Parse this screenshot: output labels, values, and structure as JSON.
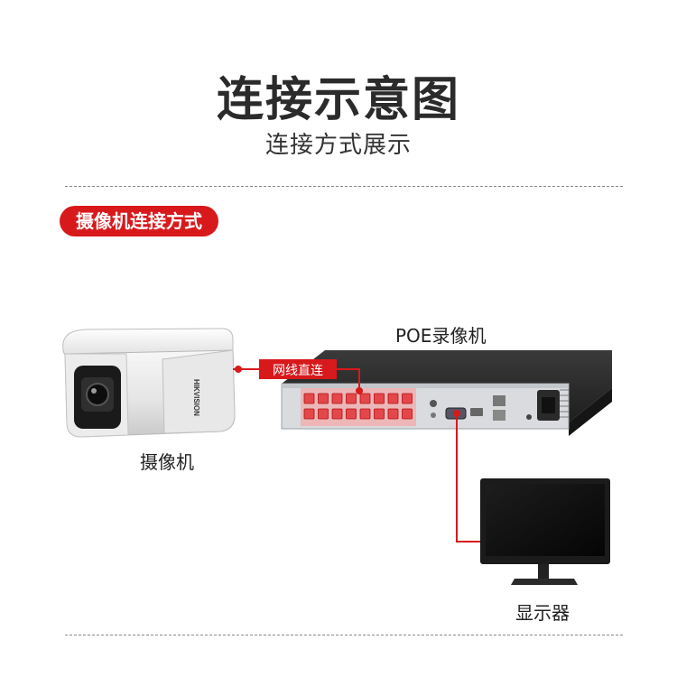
{
  "header": {
    "title": "连接示意图",
    "subtitle": "连接方式展示"
  },
  "section": {
    "label": "摄像机连接方式"
  },
  "diagram": {
    "camera_label": "摄像机",
    "camera_brand": "HIKVISION",
    "nvr_label": "POE录像机",
    "cable_label": "网线直连",
    "monitor_label": "显示器"
  },
  "colors": {
    "accent": "#d8191c",
    "nvr_body": "#2a2a2a",
    "nvr_panel": "#d9dbde"
  },
  "icons": [
    "camera-icon",
    "nvr-icon",
    "monitor-icon"
  ]
}
